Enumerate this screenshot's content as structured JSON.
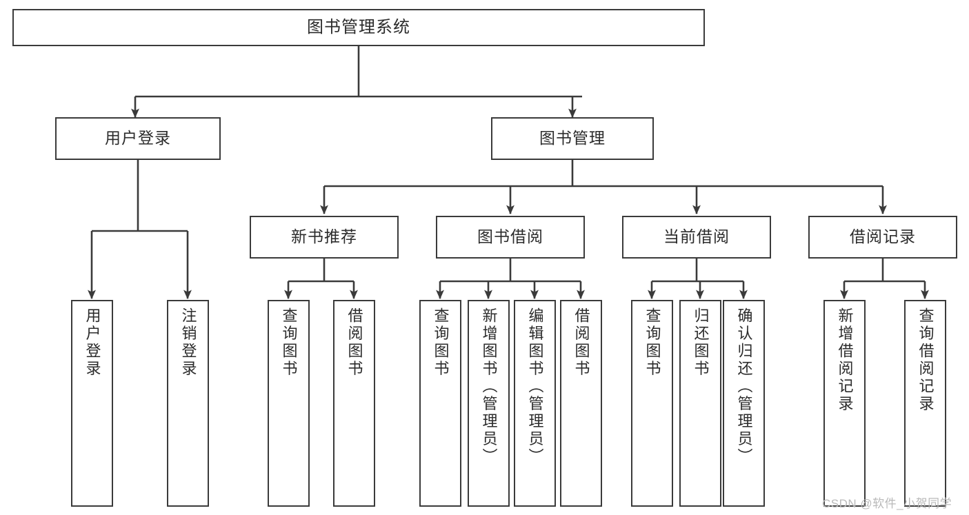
{
  "diagram": {
    "title": "图书管理系统",
    "type": "tree-hierarchy",
    "watermark": "CSDN @软件_小贺同学",
    "colors": {
      "stroke": "#3a3a3a",
      "fill": "#ffffff",
      "text": "#2b2b2b",
      "watermark": "#b9b9b9"
    },
    "root": {
      "label": "图书管理系统"
    },
    "level2": [
      {
        "id": "user-login",
        "label": "用户登录"
      },
      {
        "id": "book-management",
        "label": "图书管理"
      }
    ],
    "level3": [
      {
        "id": "new-book-recommend",
        "label": "新书推荐",
        "parent": "book-management"
      },
      {
        "id": "book-borrow",
        "label": "图书借阅",
        "parent": "book-management"
      },
      {
        "id": "current-borrow",
        "label": "当前借阅",
        "parent": "book-management"
      },
      {
        "id": "borrow-record",
        "label": "借阅记录",
        "parent": "book-management"
      }
    ],
    "leaves": [
      {
        "id": "leaf-user-login",
        "label": "用户登录",
        "parent": "user-login"
      },
      {
        "id": "leaf-logout",
        "label": "注销登录",
        "parent": "user-login"
      },
      {
        "id": "leaf-query-book-1",
        "label": "查询图书",
        "parent": "new-book-recommend"
      },
      {
        "id": "leaf-borrow-book-1",
        "label": "借阅图书",
        "parent": "new-book-recommend"
      },
      {
        "id": "leaf-query-book-2",
        "label": "查询图书",
        "parent": "book-borrow"
      },
      {
        "id": "leaf-add-book",
        "label": "新增图书（管理员）",
        "parent": "book-borrow"
      },
      {
        "id": "leaf-edit-book",
        "label": "编辑图书（管理员）",
        "parent": "book-borrow"
      },
      {
        "id": "leaf-borrow-book-2",
        "label": "借阅图书",
        "parent": "book-borrow"
      },
      {
        "id": "leaf-query-book-3",
        "label": "查询图书",
        "parent": "current-borrow"
      },
      {
        "id": "leaf-return-book",
        "label": "归还图书",
        "parent": "current-borrow"
      },
      {
        "id": "leaf-confirm-return",
        "label": "确认归还（管理员）",
        "parent": "current-borrow"
      },
      {
        "id": "leaf-add-record",
        "label": "新增借阅记录",
        "parent": "borrow-record"
      },
      {
        "id": "leaf-query-record",
        "label": "查询借阅记录",
        "parent": "borrow-record"
      }
    ]
  }
}
